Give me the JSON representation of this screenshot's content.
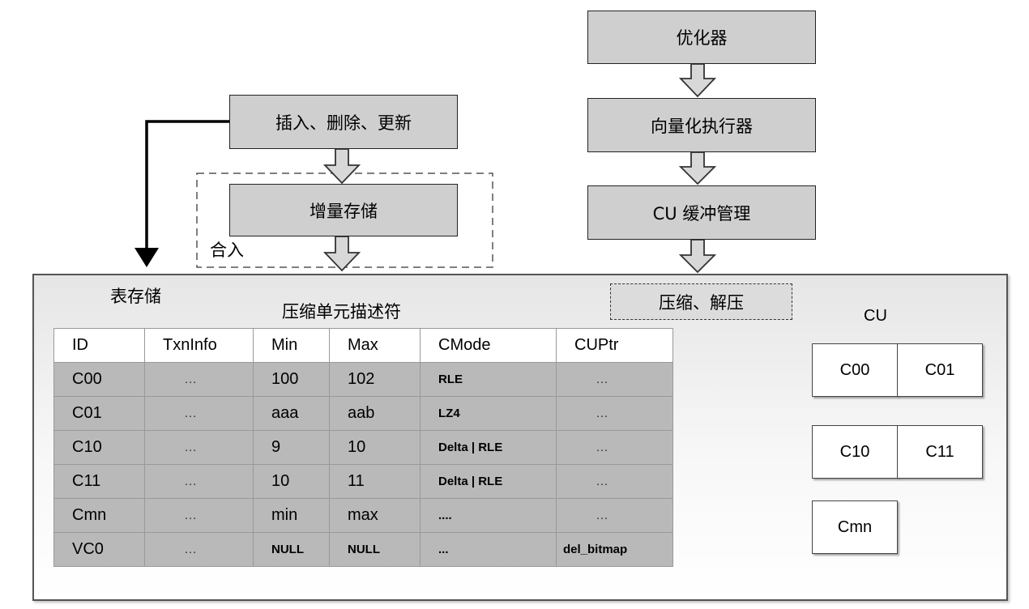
{
  "boxes": {
    "optimizer": "优化器",
    "vector_executor": "向量化执行器",
    "cu_buffer": "CU 缓冲管理",
    "insert_delete_update": "插入、删除、更新",
    "delta_storage": "增量存储",
    "compress_decompress": "压缩、解压"
  },
  "labels": {
    "merge": "合入",
    "table_storage": "表存储",
    "descriptor_title": "压缩单元描述符",
    "cu_title": "CU"
  },
  "table": {
    "headers": [
      "ID",
      "TxnInfo",
      "Min",
      "Max",
      "CMode",
      "CUPtr"
    ],
    "rows": [
      [
        "C00",
        "…",
        "100",
        "102",
        "RLE",
        "…"
      ],
      [
        "C01",
        "…",
        "aaa",
        "aab",
        "LZ4",
        "…"
      ],
      [
        "C10",
        "…",
        "9",
        "10",
        "Delta | RLE",
        "…"
      ],
      [
        "C11",
        "…",
        "10",
        "11",
        "Delta | RLE",
        "…"
      ],
      [
        "Cmn",
        "…",
        "min",
        "max",
        "....",
        "…"
      ],
      [
        "VC0",
        "…",
        "NULL",
        "NULL",
        "...",
        "del_bitmap"
      ]
    ]
  },
  "cu_units": {
    "c00": "C00",
    "c01": "C01",
    "c10": "C10",
    "c11": "C11",
    "cmn": "Cmn"
  }
}
